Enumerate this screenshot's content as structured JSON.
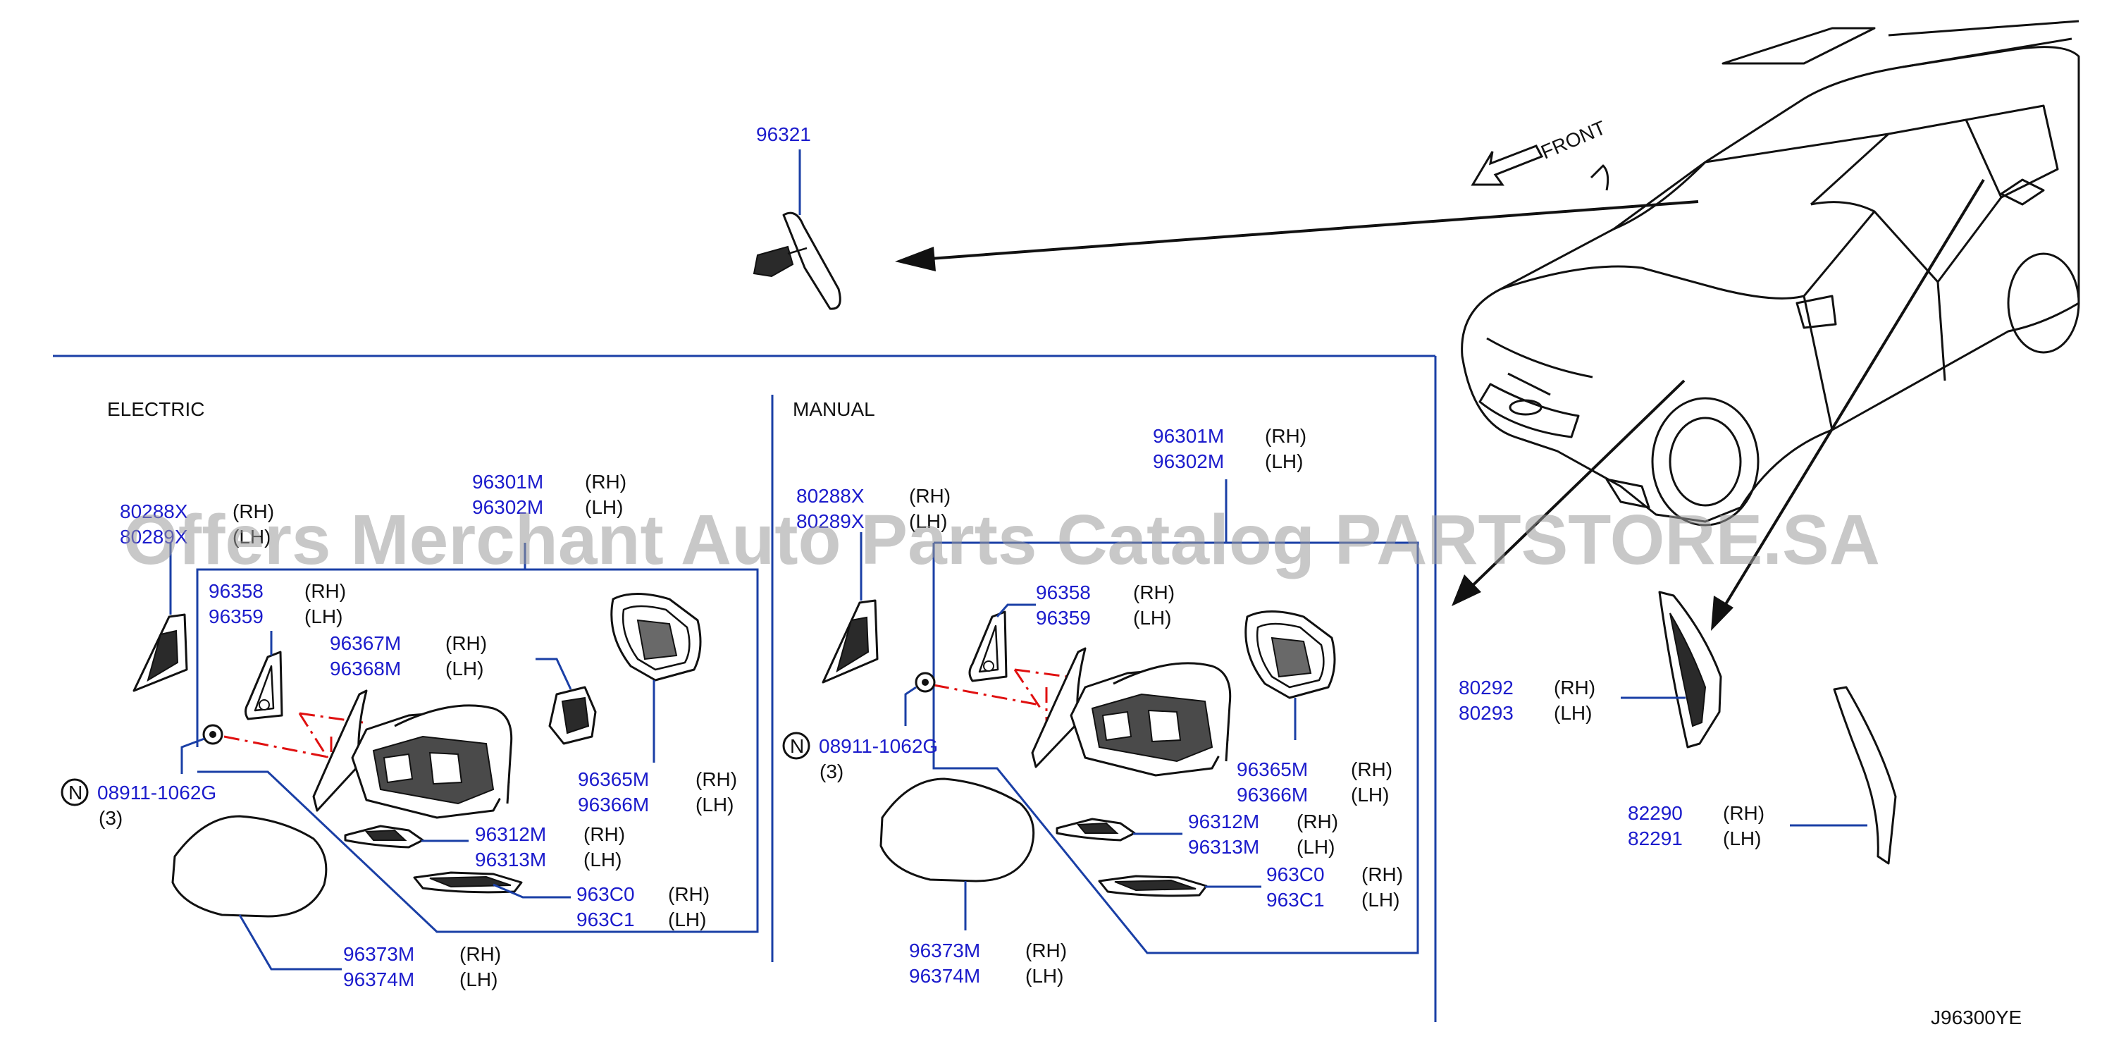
{
  "sections": {
    "electric": "ELECTRIC",
    "manual": "MANUAL"
  },
  "front_label": "FRONT",
  "diagram_code": "J96300YE",
  "watermark": "Offers Merchant Auto Parts Catalog PARTSTORE.SA",
  "bolt_symbol": "N",
  "labels": {
    "interior_mirror": "96321",
    "e_mirror_rh": "96301M",
    "e_mirror_lh": "96302M",
    "e_corner_rh": "80288X",
    "e_corner_lh": "80289X",
    "e_seal_rh": "96358",
    "e_seal_lh": "96359",
    "e_actuator_rh": "96367M",
    "e_actuator_lh": "96368M",
    "e_glass_rh": "96365M",
    "e_glass_lh": "96366M",
    "e_cover_rh": "96312M",
    "e_cover_lh": "96313M",
    "e_lamp_rh": "963C0",
    "e_lamp_lh": "963C1",
    "e_shell_rh": "96373M",
    "e_shell_lh": "96374M",
    "e_bolt": "08911-1062G",
    "e_bolt_qty": "(3)",
    "m_mirror_rh": "96301M",
    "m_mirror_lh": "96302M",
    "m_corner_rh": "80288X",
    "m_corner_lh": "80289X",
    "m_seal_rh": "96358",
    "m_seal_lh": "96359",
    "m_glass_rh": "96365M",
    "m_glass_lh": "96366M",
    "m_cover_rh": "96312M",
    "m_cover_lh": "96313M",
    "m_lamp_rh": "963C0",
    "m_lamp_lh": "963C1",
    "m_shell_rh": "96373M",
    "m_shell_lh": "96374M",
    "m_bolt": "08911-1062G",
    "m_bolt_qty": "(3)",
    "finisher_rh": "80292",
    "finisher_lh": "80293",
    "trim_rh": "82290",
    "trim_lh": "82291"
  },
  "side": {
    "rh": "(RH)",
    "lh": "(LH)"
  }
}
